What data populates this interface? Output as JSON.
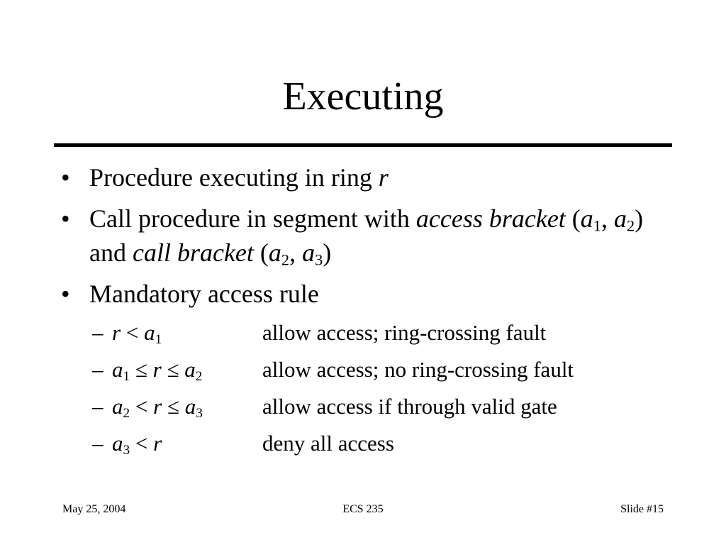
{
  "slide": {
    "title": "Executing",
    "bullets": [
      {
        "text": "Procedure executing in ring ",
        "var": "r"
      },
      {
        "line1": "Call procedure in segment with ",
        "term1": "access bracket",
        "mid": " and ",
        "term2": "call bracket"
      },
      {
        "text": "Mandatory access rule"
      }
    ],
    "rules": [
      {
        "effect": "allow access; ring-crossing fault"
      },
      {
        "effect": "allow access; no ring-crossing fault"
      },
      {
        "effect": "allow access if through valid gate"
      },
      {
        "effect": "deny all access"
      }
    ],
    "symbols": {
      "bullet": "•",
      "dash": "–",
      "r": "r",
      "a": "a",
      "lt": "<",
      "le": "≤",
      "one": "1",
      "two": "2",
      "three": "3",
      "open_paren": "(",
      "close_paren": ")",
      "comma": ", "
    }
  },
  "footer": {
    "date": "May 25, 2004",
    "course": "ECS 235",
    "slide_number": "Slide #15"
  }
}
